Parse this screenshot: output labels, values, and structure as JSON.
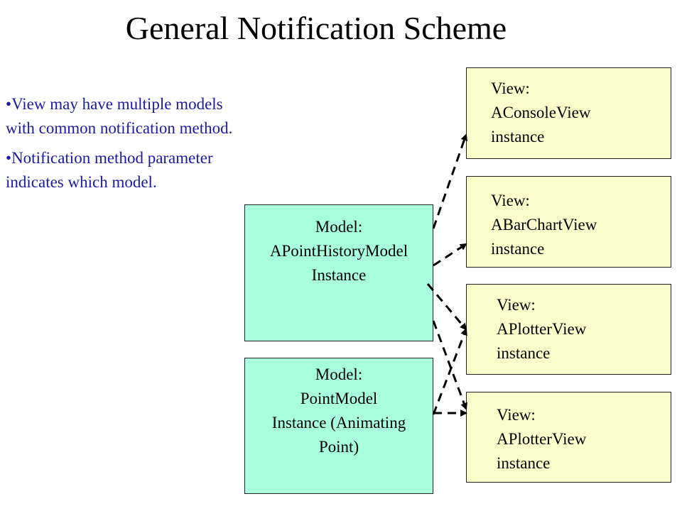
{
  "title": "General Notification Scheme",
  "bullets": [
    "View may have multiple models with common notification method.",
    "Notification method parameter indicates which model."
  ],
  "models": [
    {
      "lines": [
        "Model:",
        "APointHistoryModel",
        "Instance"
      ]
    },
    {
      "lines": [
        "Model:",
        "PointModel",
        "Instance (Animating",
        "Point)"
      ]
    }
  ],
  "views": [
    {
      "lines": [
        "View:",
        "AConsoleView",
        "instance"
      ]
    },
    {
      "lines": [
        "View:",
        "ABarChartView",
        "instance"
      ]
    },
    {
      "lines": [
        "View:",
        "APlotterView",
        "instance"
      ]
    },
    {
      "lines": [
        "View:",
        "APlotterView",
        "instance"
      ]
    }
  ],
  "colors": {
    "model_fill": "#a8ffe0",
    "view_fill": "#fdfdcc",
    "bullet_text": "#1a1aa6"
  }
}
